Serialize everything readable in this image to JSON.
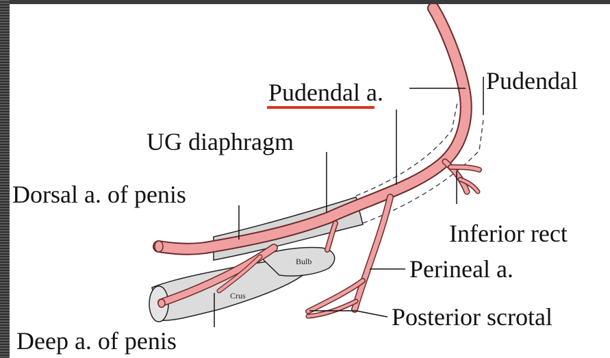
{
  "labels": {
    "pudendal_a": "Pudendal a.",
    "pudendal_canal": "Pudendal",
    "ug_diaphragm": "UG diaphragm",
    "dorsal_a": "Dorsal a. of penis",
    "inferior_rectal": "Inferior rect",
    "perineal_a": "Perineal a.",
    "posterior_scrotal": "Posterior scrotal",
    "deep_a": "Deep a. of penis",
    "bulb": "Bulb",
    "crus": "Crus"
  },
  "colors": {
    "artery_fill": "#f0a0a0",
    "artery_stroke": "#6a2a2a",
    "tissue_fill": "#dcdcdc",
    "highlight_underline": "#e0301e"
  }
}
